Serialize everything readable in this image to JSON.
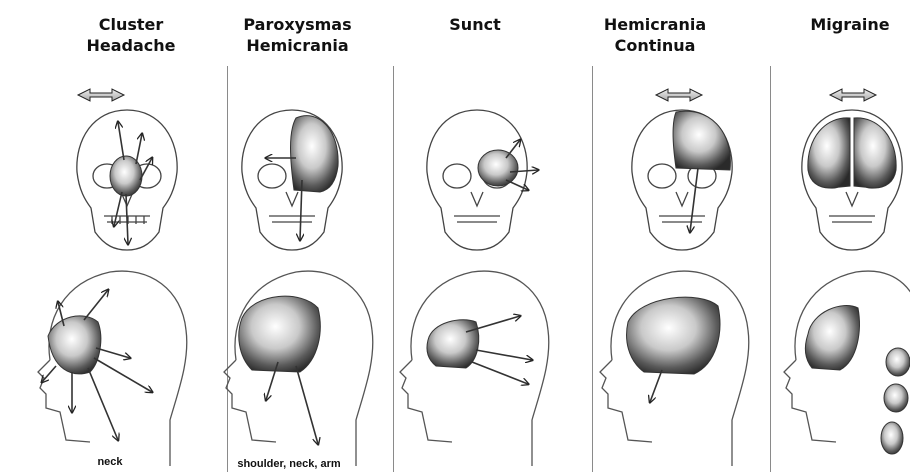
{
  "columns": [
    {
      "title": "Cluster\nHeadache",
      "caption": "neck"
    },
    {
      "title": "Paroxysmas\nHemicrania",
      "caption": "shoulder, neck, arm"
    },
    {
      "title": "Sunct",
      "caption": ""
    },
    {
      "title": "Hemicrania\nContinua",
      "caption": ""
    },
    {
      "title": "Migraine",
      "caption": ""
    }
  ]
}
